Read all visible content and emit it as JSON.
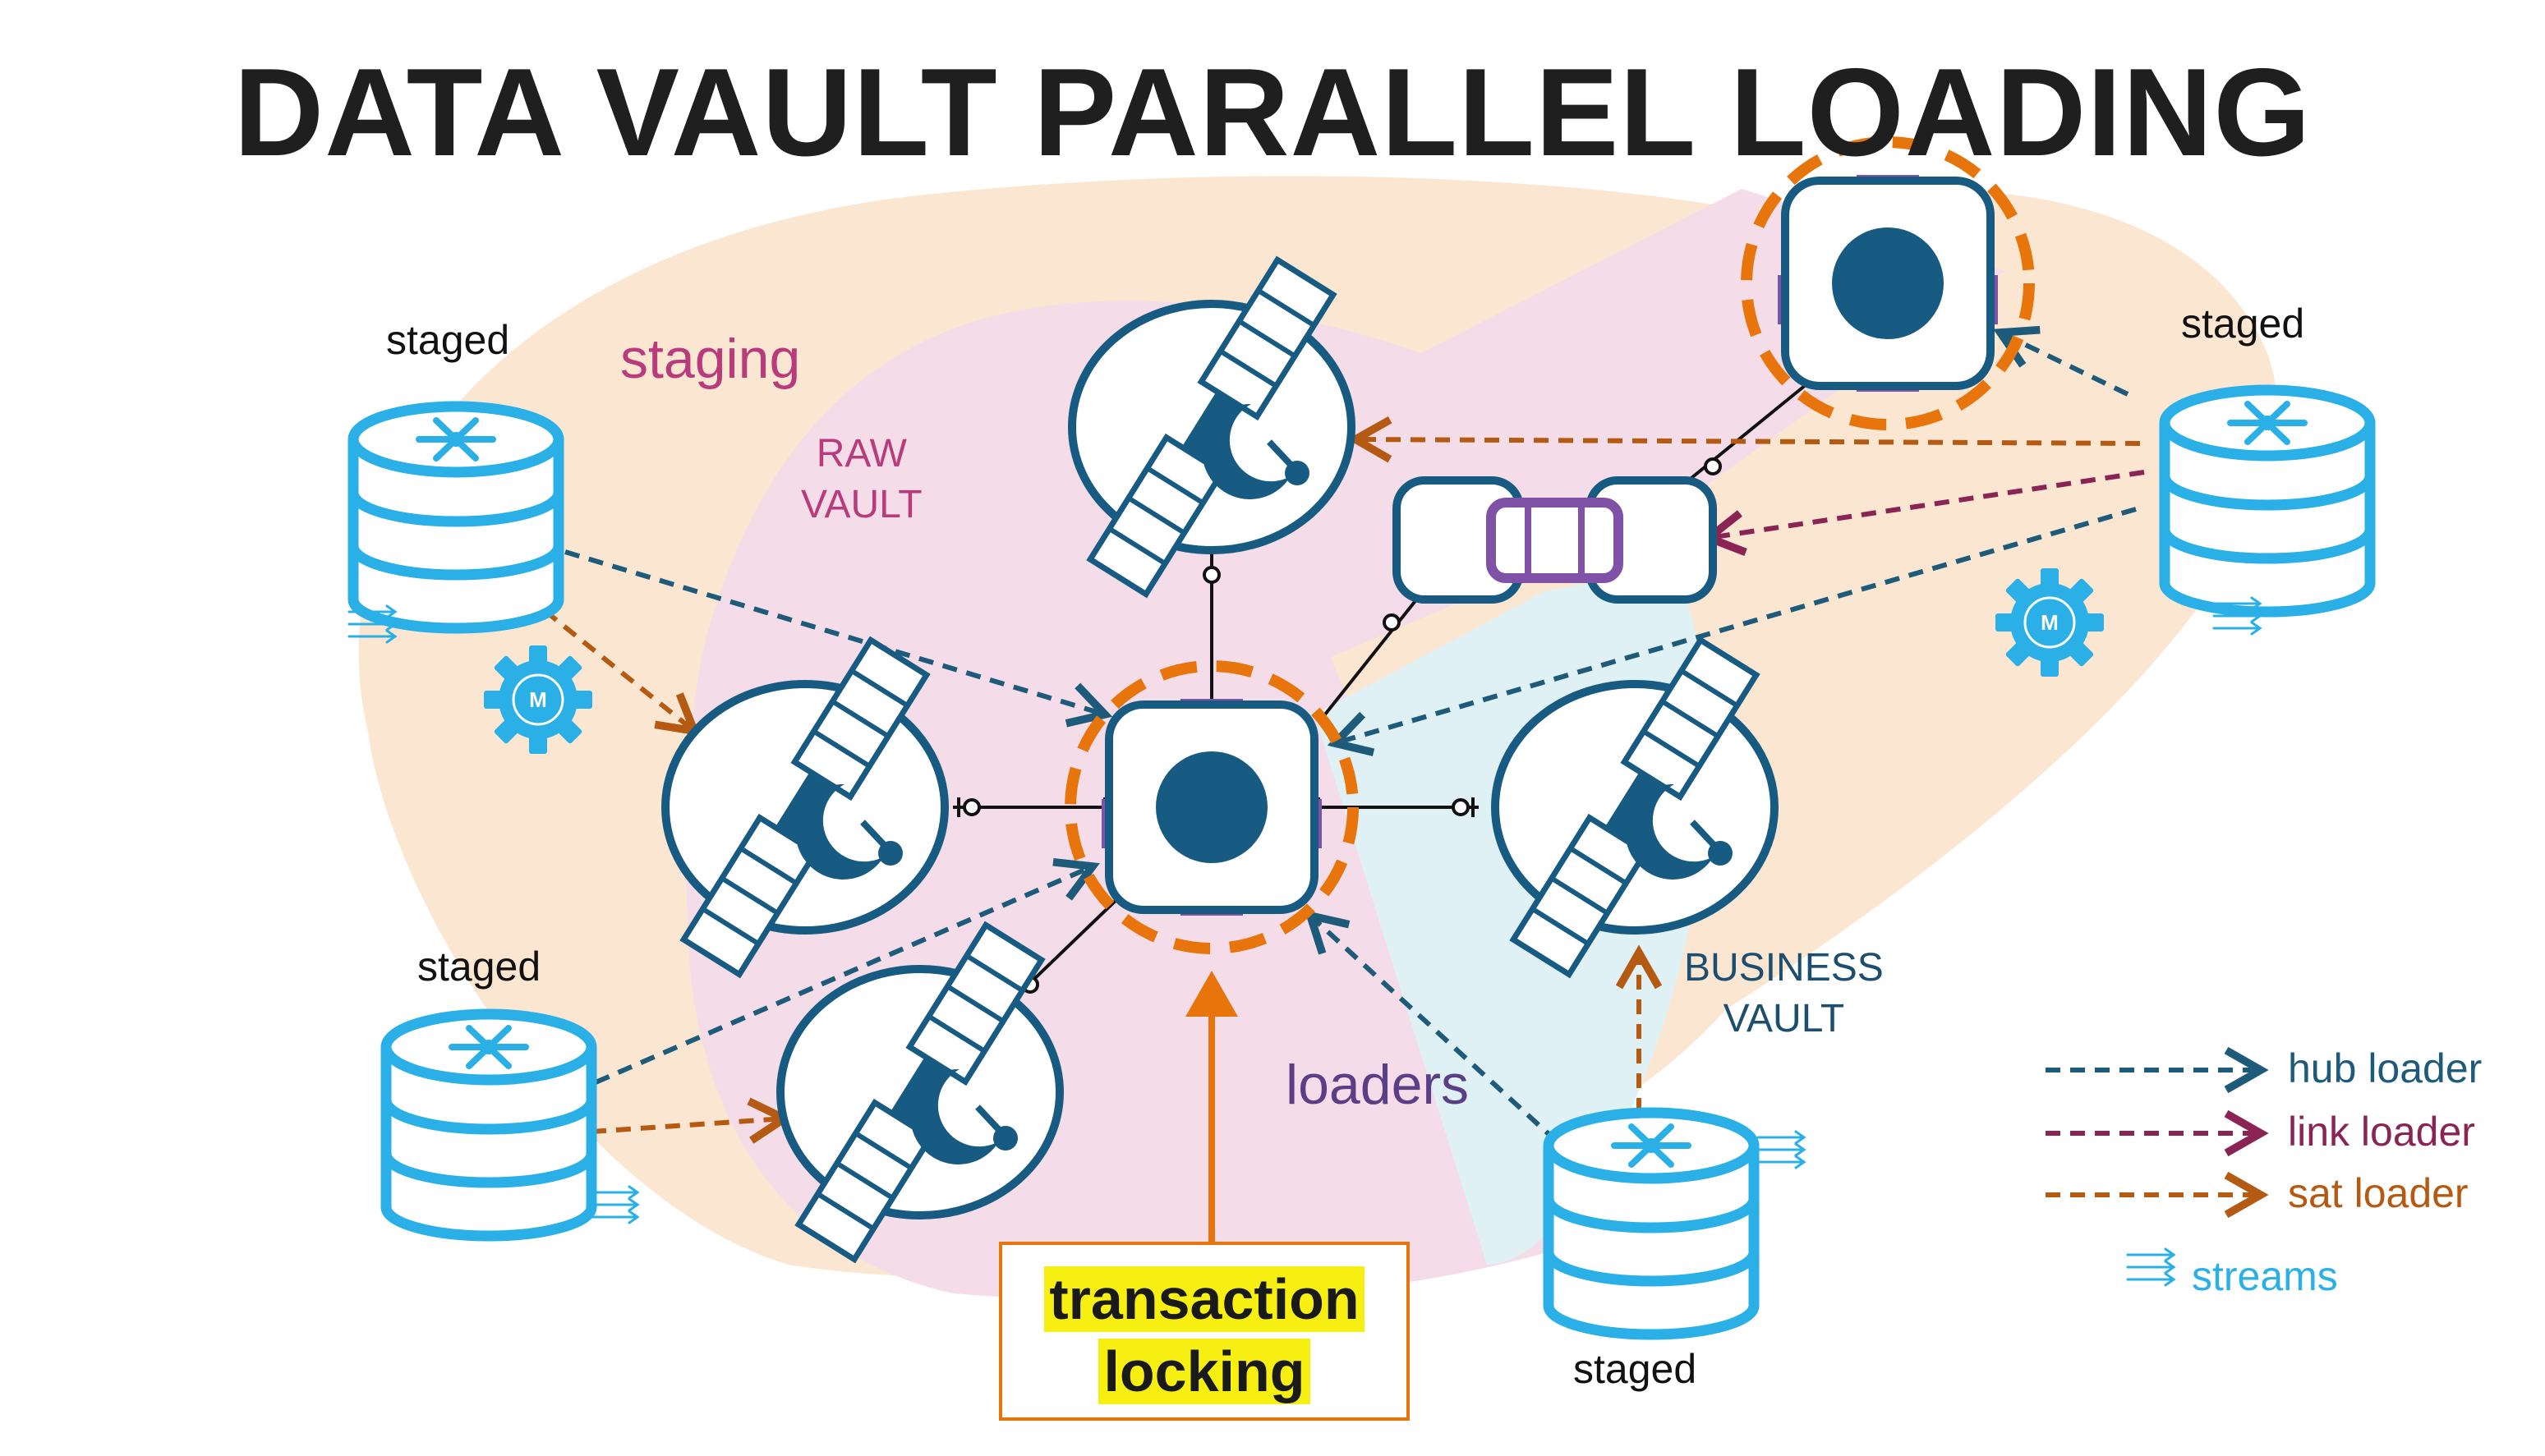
{
  "title": "DATA VAULT PARALLEL LOADING",
  "zones": {
    "staging": "staging",
    "raw_vault": [
      "RAW",
      "VAULT"
    ],
    "business_vault": [
      "BUSINESS",
      "VAULT"
    ],
    "loaders": "loaders"
  },
  "staged_label": "staged",
  "lock_note": [
    "transaction",
    "locking"
  ],
  "legend": [
    {
      "label": "hub loader",
      "color": "#1e5a7a"
    },
    {
      "label": "link loader",
      "color": "#8a2454"
    },
    {
      "label": "sat loader",
      "color": "#b55a12"
    },
    {
      "label": "streams",
      "color": "#2ab0e6"
    }
  ],
  "colors": {
    "hub": "#175a82",
    "hub_ring": "#e8740c",
    "link_accent": "#7f52a8",
    "database": "#2ab0e6",
    "model_gear": "#2ab0e6",
    "zone_staging": "#fbe6d2",
    "zone_raw": "#f4dde8",
    "zone_business": "#dff1f4"
  },
  "icons": {
    "hub": "hub-icon",
    "link": "link-icon",
    "satellite": "satellite-icon",
    "database": "snowflake-database-icon",
    "gear": "model-gear-icon",
    "gear_letter": "M"
  }
}
